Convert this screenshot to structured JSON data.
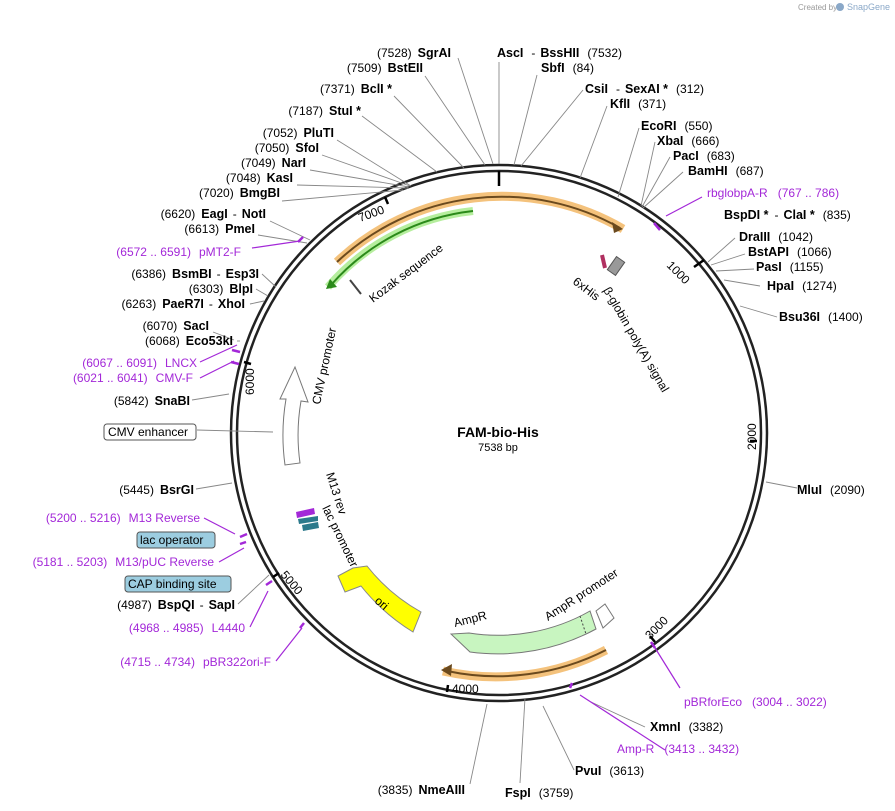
{
  "header": {
    "credit": "Created by",
    "brand": "SnapGene"
  },
  "plasmid": {
    "name": "FAM-bio-His",
    "length": "7538 bp"
  },
  "ruler": [
    "1000",
    "2000",
    "3000",
    "4000",
    "5000",
    "6000",
    "7000"
  ],
  "enzymes": {
    "sgrai": {
      "pos": "(7528)",
      "name": "SgrAI"
    },
    "bsteii": {
      "pos": "(7509)",
      "name": "BstEII"
    },
    "bcli": {
      "pos": "(7371)",
      "name": "BclI *"
    },
    "stui": {
      "pos": "(7187)",
      "name": "StuI *"
    },
    "pluti": {
      "pos": "(7052)",
      "name": "PluTI"
    },
    "sfoi": {
      "pos": "(7050)",
      "name": "SfoI"
    },
    "nari": {
      "pos": "(7049)",
      "name": "NarI"
    },
    "kasi": {
      "pos": "(7048)",
      "name": "KasI"
    },
    "bmgbi": {
      "pos": "(7020)",
      "name": "BmgBI"
    },
    "eagi": {
      "pos": "(6620)",
      "name": "EagI",
      "sep": "-",
      "name2": "NotI"
    },
    "pmei": {
      "pos": "(6613)",
      "name": "PmeI"
    },
    "bsmbi": {
      "pos": "(6386)",
      "name": "BsmBI",
      "sep": "-",
      "name2": "Esp3I"
    },
    "blpi": {
      "pos": "(6303)",
      "name": "BlpI"
    },
    "paer7i": {
      "pos": "(6263)",
      "name": "PaeR7I",
      "sep": "-",
      "name2": "XhoI"
    },
    "saci": {
      "pos": "(6070)",
      "name": "SacI"
    },
    "eco53ki": {
      "pos": "(6068)",
      "name": "Eco53kI"
    },
    "snabi": {
      "pos": "(5842)",
      "name": "SnaBI"
    },
    "bsrgi": {
      "pos": "(5445)",
      "name": "BsrGI"
    },
    "bspqi": {
      "pos": "(4987)",
      "name": "BspQI",
      "sep": "-",
      "name2": "SapI"
    },
    "asci": {
      "name": "AscI",
      "sep": "-",
      "name2": "BssHII",
      "pos": "(7532)"
    },
    "sbfi": {
      "name": "SbfI",
      "pos": "(84)"
    },
    "csii": {
      "name": "CsiI",
      "sep": "-",
      "name2": "SexAI *",
      "pos": "(312)"
    },
    "kfli": {
      "name": "KflI",
      "pos": "(371)"
    },
    "ecori": {
      "name": "EcoRI",
      "pos": "(550)"
    },
    "xbai": {
      "name": "XbaI",
      "pos": "(666)"
    },
    "paci": {
      "name": "PacI",
      "pos": "(683)"
    },
    "bamhi": {
      "name": "BamHI",
      "pos": "(687)"
    },
    "bspdi": {
      "name": "BspDI *",
      "sep": "-",
      "name2": "ClaI *",
      "pos": "(835)"
    },
    "draiii": {
      "name": "DraIII",
      "pos": "(1042)"
    },
    "bstapi": {
      "name": "BstAPI",
      "pos": "(1066)"
    },
    "pasi": {
      "name": "PasI",
      "pos": "(1155)"
    },
    "hpai": {
      "name": "HpaI",
      "pos": "(1274)"
    },
    "bsu36i": {
      "name": "Bsu36I",
      "pos": "(1400)"
    },
    "mlui": {
      "name": "MluI",
      "pos": "(2090)"
    },
    "xmni": {
      "name": "XmnI",
      "pos": "(3382)"
    },
    "pvui": {
      "name": "PvuI",
      "pos": "(3613)"
    },
    "fspi": {
      "name": "FspI",
      "pos": "(3759)"
    },
    "nmeaiii": {
      "pos": "(3835)",
      "name": "NmeAIII"
    }
  },
  "primers": {
    "rbglobpa_r": {
      "name": "rbglobpA-R",
      "range": "(767 .. 786)"
    },
    "pmt2_f": {
      "range": "(6572 .. 6591)",
      "name": "pMT2-F"
    },
    "lncx": {
      "range": "(6067 .. 6091)",
      "name": "LNCX"
    },
    "cmv_f": {
      "range": "(6021 .. 6041)",
      "name": "CMV-F"
    },
    "m13_reverse": {
      "range": "(5200 .. 5216)",
      "name": "M13 Reverse"
    },
    "m13_puc_reverse": {
      "range": "(5181 .. 5203)",
      "name": "M13/pUC Reverse"
    },
    "l4440": {
      "range": "(4968 .. 4985)",
      "name": "L4440"
    },
    "pbr322ori_f": {
      "range": "(4715 .. 4734)",
      "name": "pBR322ori-F"
    },
    "pbrforeco": {
      "name": "pBRforEco",
      "range": "(3004 .. 3022)"
    },
    "amp_r": {
      "name": "Amp-R",
      "range": "(3413 .. 3432)"
    }
  },
  "boxes": {
    "cmv_enhancer": "CMV enhancer",
    "lac_operator": "lac operator",
    "cap_binding_site": "CAP binding site"
  },
  "features": {
    "kozak": "Kozak sequence",
    "sixhis": "6xHis",
    "beta_globin": "β-globin poly(A) signal",
    "cmv_promoter": "CMV promoter",
    "m13_rev": "M13 rev",
    "lac_promoter": "lac promoter",
    "ori": "ori",
    "ampr": "AmpR",
    "ampr_promoter": "AmpR promoter"
  },
  "colors": {
    "primer": "#a328d8",
    "orange_highlight": "#f4c27c",
    "green_highlight": "#b6ee9e",
    "ori_fill": "#ffff00",
    "ampr_fill": "#c8f5c0",
    "box_blue": "#9ccde0"
  }
}
